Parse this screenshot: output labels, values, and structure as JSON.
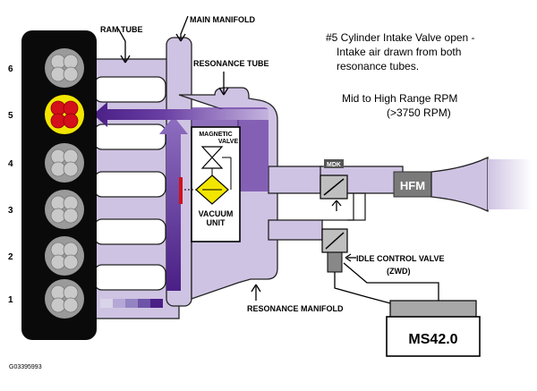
{
  "labels": {
    "ram_tube": "RAM TUBE",
    "main_manifold": "MAIN MANIFOLD",
    "resonance_tube": "RESONANCE TUBE",
    "magnetic_valve_line1": "MAGNETIC",
    "magnetic_valve_line2": "VALVE",
    "vacuum_unit_line1": "VACUUM",
    "vacuum_unit_line2": "UNIT",
    "mdk": "MDK",
    "hfm": "HFM",
    "idle_control_valve": "IDLE CONTROL VALVE",
    "zwd": "(ZWD)",
    "resonance_manifold": "RESONANCE MANIFOLD",
    "ecu": "MS42.0",
    "figure_code": "G03395993"
  },
  "note": {
    "line1": "#5 Cylinder Intake Valve open -",
    "line2": "Intake air drawn from both",
    "line3": "resonance tubes.",
    "line4": "Mid to High Range RPM",
    "line5": "(>3750 RPM)"
  },
  "cylinders": [
    "6",
    "5",
    "4",
    "3",
    "2",
    "1"
  ],
  "active_cylinder": "5",
  "colors": {
    "engine_block": "#0a0a0a",
    "inactive_valve": "#c9c9c9",
    "active_valve_bg": "#f2e600",
    "active_valve": "#d4101a",
    "manifold_fill": "#cfc3e3",
    "airflow_dark": "#5a2d94",
    "vacuum_unit": "#f2e600",
    "hfm_body": "#7a7a7a"
  }
}
